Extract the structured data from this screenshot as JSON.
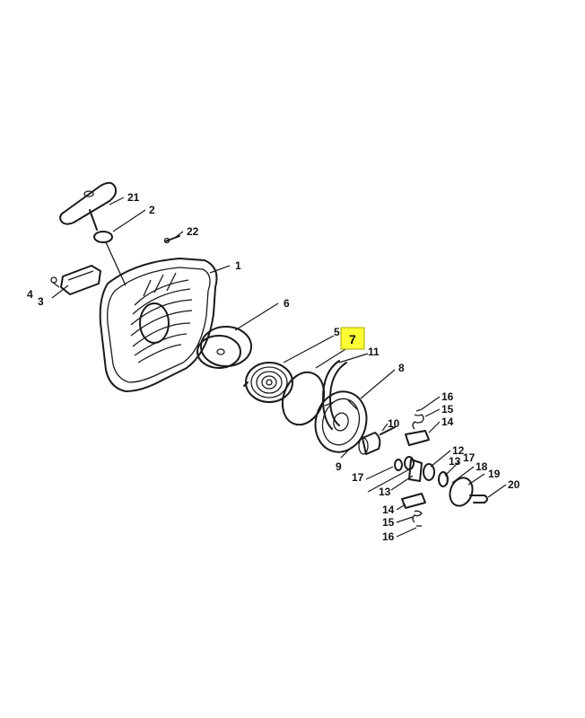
{
  "highlight_color": "#ffff33",
  "labels": {
    "l1": "1",
    "l2": "2",
    "l3": "3",
    "l4": "4",
    "l5": "5",
    "l6": "6",
    "l7": "7",
    "l8": "8",
    "l9": "9",
    "l10": "10",
    "l11": "11",
    "l12": "12",
    "l13a": "13",
    "l13b": "13",
    "l14a": "14",
    "l14b": "14",
    "l15a": "15",
    "l15b": "15",
    "l16a": "16",
    "l16b": "16",
    "l17a": "17",
    "l17b": "17",
    "l18": "18",
    "l19": "19",
    "l20": "20",
    "l21": "21",
    "l22": "22"
  }
}
